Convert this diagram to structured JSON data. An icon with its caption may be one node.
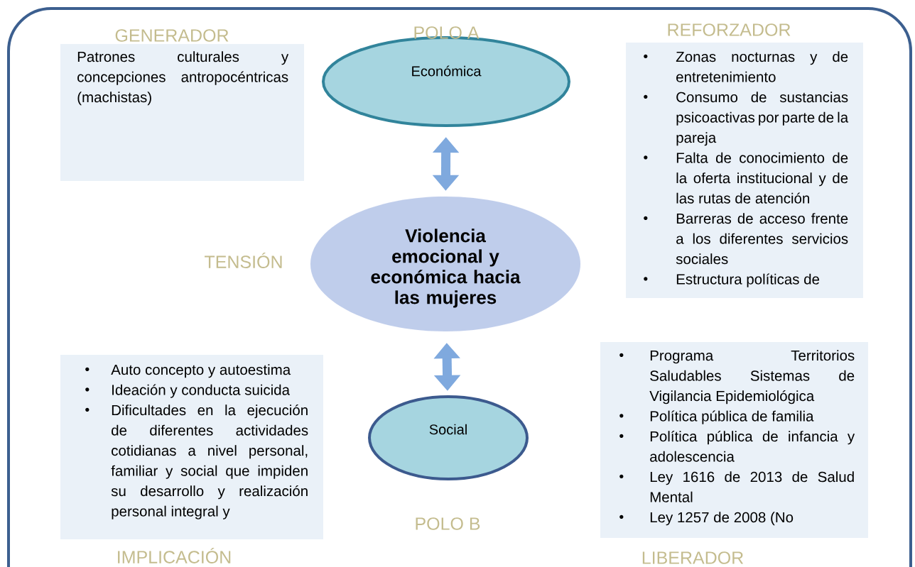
{
  "diagram": {
    "nodes": [
      {
        "text": [
          "GENERADOR",
          "Patrones culturales y concepciones antropocéntricas (machistas)"
        ]
      },
      {
        "text": [
          "Económica"
        ],
        "beside": [
          "POLO A"
        ]
      },
      {
        "text": [
          "REFORZADOR",
          "Zonas nocturnas y de entretenimiento",
          "Consumo de sustancias psicoactivas por parte de la pareja",
          "Falta de conocimiento de la oferta institucional y de las rutas de atención",
          "Barreras de acceso frente a los diferentes servicios sociales",
          "Estructura políticas de"
        ]
      },
      {
        "text": [
          "Violencia emocional y económica hacia las mujeres"
        ]
      },
      {
        "text": [
          "Auto concepto y autoestima",
          "Ideación y conducta suicida",
          "Dificultades en la ejecución de diferentes actividades cotidianas a nivel personal, familiar y social que impiden su desarrollo y realización personal integral y",
          "IMPLICACIÓN"
        ]
      },
      {
        "text": [
          "Social"
        ],
        "beside": [
          "POLO B"
        ]
      },
      {
        "text": [
          "Programa Territorios Saludables Sistemas de Vigilancia Epidemiológica",
          "Política pública de familia",
          "Política pública de infancia y adolescencia",
          "Ley 1616 de 2013 de Salud Mental",
          "Ley 1257 de 2008 (No",
          "LIBERADOR"
        ]
      }
    ],
    "edges": [
      {
        "from": 1,
        "to": 3,
        "arrow": "both"
      },
      {
        "from": 3,
        "to": 5,
        "arrow": "both"
      }
    ],
    "labels": [
      "TENSIÓN"
    ]
  }
}
